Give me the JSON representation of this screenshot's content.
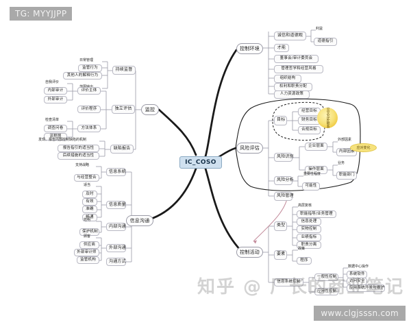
{
  "watermarks": {
    "top_left": "TG: MYYJJPP",
    "bottom_right": "www.clgjsssn.com",
    "ghost_center": "知乎 @ 厂长的商业笔记"
  },
  "mindmap": {
    "title": "IC_COSO",
    "center_label": "IC_COSO",
    "accent_colors": {
      "center_fill": "#cfe0ef",
      "center_border": "#8aa9c2",
      "node_fill": "#fbfbfb",
      "node_border": "#b9b9c4",
      "highlight_yellow": "#f6e27e",
      "sun_yellow": "#efc93f",
      "edge_dark": "#1a1a1a",
      "edge_light": "#9a9aa6",
      "edge_pink": "#c28a9a"
    },
    "branches": [
      {
        "id": "control-environment",
        "label": "控制环境",
        "side": "right",
        "children": [
          {
            "label": "诚信和道德观",
            "children": [
              "利益",
              "道德指引"
            ]
          },
          {
            "label": "才能",
            "children": []
          },
          {
            "label": "董事会/审计委员会",
            "children": []
          },
          {
            "label": "管理哲学和经营风格",
            "children": []
          },
          {
            "label": "组织结构",
            "children": []
          },
          {
            "label": "权利和职责分配",
            "children": []
          },
          {
            "label": "人力资源政策",
            "children": []
          }
        ]
      },
      {
        "id": "risk-assessment",
        "label": "风险评估",
        "side": "right",
        "children": [
          {
            "label": "目标",
            "children": [
              "经营目标",
              "财务目标",
              "合规目标"
            ]
          },
          {
            "label": "风险识别",
            "groups": [
              {
                "label": "企业层面",
                "children": [
                  "外部因素",
                  "内部因素"
                ]
              },
              {
                "label": "操作层面",
                "children": [
                  "业务",
                  "职能部门"
                ]
              }
            ]
          },
          {
            "label": "风险分析",
            "children": [
              "重要性程度",
              "可能性"
            ]
          },
          {
            "label": "风险管理",
            "children": []
          }
        ],
        "sun_note": "交叉互补联系",
        "pill_note": "应对变化"
      },
      {
        "id": "control-activities",
        "label": "控制活动",
        "side": "right",
        "children": [
          {
            "label": "类型",
            "children": [
              "高层复核",
              "职能指导/业务管理",
              "信息处理",
              "实物控制",
              "业绩指标",
              "职责分离"
            ]
          },
          {
            "label": "要素",
            "children": [
              "政策",
              "程序"
            ]
          },
          {
            "label": "信息系统控制",
            "groups": [
              {
                "label": "一般性控制",
                "children": [
                  "数据中心操作",
                  "系统软件",
                  "访问安全",
                  "应用系统开发与维护"
                ]
              },
              {
                "label": "应用性控制",
                "children": []
              }
            ]
          }
        ]
      },
      {
        "id": "monitoring",
        "label": "监控",
        "side": "left",
        "children": [
          {
            "label": "持续监督",
            "children": [
              "日常管理",
              "监管行为",
              "其他人的解释行为",
              "范围输出"
            ]
          },
          {
            "label": "独立评估",
            "groups": [
              {
                "label": "评价主体",
                "children": [
                  "自我评价",
                  "内部审计",
                  "外部审计"
                ]
              },
              {
                "label": "评价程序",
                "children": []
              },
              {
                "label": "方法体系",
                "children": [
                  "检查清单",
                  "调查问卷",
                  "流程图"
                ]
              }
            ]
          },
          {
            "label": "缺陷报告",
            "children": [
              "发现、报告内部控制缺陷的机制",
              "报告指引的适当性",
              "后续措施的适当性"
            ]
          }
        ]
      },
      {
        "id": "information-communication",
        "label": "信息沟通",
        "side": "left",
        "children": [
          {
            "label": "信息系统",
            "children": [
              "支持战略",
              "与经营整合"
            ]
          },
          {
            "label": "信息质量",
            "children": [
              "适当",
              "及时",
              "有效",
              "准确",
              "畅通"
            ]
          },
          {
            "label": "内部沟通",
            "children": [
              "姓明",
              "保护机制"
            ]
          },
          {
            "label": "外部沟通",
            "children": [
              "顾客",
              "供应商",
              "外部审计师",
              "监管机构"
            ]
          },
          {
            "label": "沟通方式",
            "children": []
          }
        ]
      }
    ]
  }
}
